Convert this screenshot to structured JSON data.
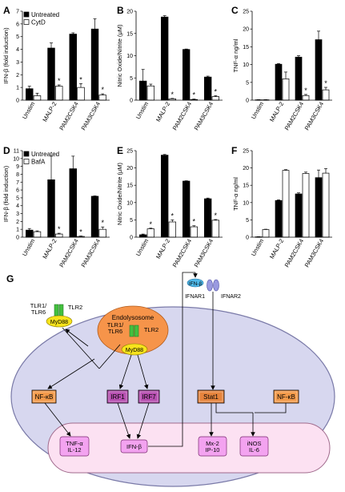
{
  "categories": [
    "Unstim",
    "MALP-2",
    "PAM2CSK4",
    "PAM3CSK4"
  ],
  "colors": {
    "filled": "#000000",
    "open": "#ffffff",
    "cell": "#d7d7ef",
    "cell_stroke": "#7a7aa8",
    "nucleus": "#fce1f2",
    "nucleus_stroke": "#a06a8c",
    "endolysosome": "#f6944a",
    "myd88": "#f7e31c",
    "nfkb": "#f39a4a",
    "stat1": "#e6843d",
    "irf": "#b64fb0",
    "product": "#f3a3f0",
    "tlr": "#43c03e",
    "ifnar": "#9a9ae0",
    "ifnb_ligand": "#4fb8e8"
  },
  "chart_data": [
    {
      "panel": "A",
      "type": "bar",
      "ylabel": "IFN-β (fold induction)",
      "ylim": [
        0,
        7
      ],
      "yticks": [
        0,
        1,
        2,
        3,
        4,
        5,
        6,
        7
      ],
      "legend": [
        "Untreated",
        "CytD"
      ],
      "series": [
        {
          "name": "Untreated",
          "values": [
            0.9,
            4.1,
            5.2,
            5.6
          ],
          "errors": [
            0.2,
            0.4,
            0.1,
            0.8
          ]
        },
        {
          "name": "CytD",
          "values": [
            0.35,
            1.1,
            1.0,
            0.4
          ],
          "errors": [
            0.2,
            0.1,
            0.3,
            0.1
          ]
        }
      ],
      "marks": [
        "",
        "*",
        "*",
        "*"
      ]
    },
    {
      "panel": "B",
      "type": "bar",
      "ylabel": "Nitric Oxide/Nitrite (μM)",
      "ylim": [
        0,
        20
      ],
      "yticks": [
        0,
        5,
        10,
        15,
        20
      ],
      "series": [
        {
          "name": "Untreated",
          "values": [
            4.3,
            18.7,
            11.4,
            5.2
          ],
          "errors": [
            2.6,
            0.3,
            0.1,
            0.2
          ]
        },
        {
          "name": "CytD",
          "values": [
            3.2,
            0.3,
            0.15,
            0.8
          ],
          "errors": [
            0.4,
            0.1,
            0.1,
            0.2
          ]
        }
      ],
      "marks": [
        "",
        "*",
        "*",
        "*"
      ]
    },
    {
      "panel": "C",
      "type": "bar",
      "ylabel": "TNF-α ng/ml",
      "ylim": [
        0,
        25
      ],
      "yticks": [
        0,
        5,
        10,
        15,
        20,
        25
      ],
      "series": [
        {
          "name": "Untreated",
          "values": [
            0.1,
            10.1,
            12.1,
            17.0
          ],
          "errors": [
            0.05,
            0.2,
            0.4,
            2.4
          ]
        },
        {
          "name": "CytD",
          "values": [
            0.1,
            6.0,
            1.3,
            2.9
          ],
          "errors": [
            0.05,
            1.9,
            0.3,
            0.7
          ]
        }
      ],
      "marks": [
        "",
        "",
        "*",
        "*"
      ]
    },
    {
      "panel": "D",
      "type": "bar",
      "ylabel": "IFN-β (fold induction)",
      "ylim": [
        0,
        11
      ],
      "yticks": [
        0,
        1,
        2,
        3,
        4,
        5,
        6,
        7,
        8,
        9,
        10,
        11
      ],
      "legend": [
        "Untreated",
        "BafA"
      ],
      "series": [
        {
          "name": "Untreated",
          "values": [
            0.9,
            7.3,
            8.7,
            5.2
          ],
          "errors": [
            0.2,
            3.0,
            1.6,
            0.05
          ]
        },
        {
          "name": "BafA",
          "values": [
            0.7,
            0.4,
            0.1,
            1.0
          ],
          "errors": [
            0.1,
            0.1,
            0.05,
            0.3
          ]
        }
      ],
      "marks": [
        "",
        "*",
        "*",
        "*"
      ]
    },
    {
      "panel": "E",
      "type": "bar",
      "ylabel": "Nitric Oxide/Nitrite (μM)",
      "ylim": [
        0,
        25
      ],
      "yticks": [
        0,
        5,
        10,
        15,
        20,
        25
      ],
      "series": [
        {
          "name": "Untreated",
          "values": [
            0.7,
            23.7,
            16.2,
            11.1
          ],
          "errors": [
            0.2,
            0.2,
            0.1,
            0.2
          ]
        },
        {
          "name": "BafA",
          "values": [
            2.4,
            4.4,
            3.0,
            4.9
          ],
          "errors": [
            0.2,
            0.6,
            0.3,
            0.2
          ]
        }
      ],
      "marks": [
        "*",
        "*",
        "*",
        "*"
      ]
    },
    {
      "panel": "F",
      "type": "bar",
      "ylabel": "TNF-α ng/ml",
      "ylim": [
        0,
        25
      ],
      "yticks": [
        0,
        5,
        10,
        15,
        20,
        25
      ],
      "series": [
        {
          "name": "Untreated",
          "values": [
            0.1,
            10.6,
            12.5,
            17.2
          ],
          "errors": [
            0.05,
            0.2,
            0.3,
            2.2
          ]
        },
        {
          "name": "BafA",
          "values": [
            2.2,
            19.3,
            18.4,
            18.5
          ],
          "errors": [
            0.1,
            0.2,
            0.4,
            1.3
          ]
        }
      ],
      "marks": [
        "",
        "",
        "",
        ""
      ]
    }
  ],
  "diagram": {
    "panel": "G",
    "labels": {
      "tlr_surface_left": "TLR1/\nTLR6",
      "tlr_surface_right": "TLR2",
      "myd88_surface": "MyD88",
      "endolysosome": "Endolysosome",
      "tlr_endo_left": "TLR1/\nTLR6",
      "tlr_endo_right": "TLR2",
      "myd88_endo": "MyD88",
      "ifnb_ligand": "IFN-β",
      "ifnar1": "IFNAR1",
      "ifnar2": "IFNAR2",
      "nfkb_left": "NF-κB",
      "irf1": "IRF1",
      "irf7": "IRF7",
      "stat1": "Stat1",
      "nfkb_right": "NF-κB",
      "prod_tnf": "TNF-α\nIL-12",
      "prod_ifnb": "IFN-β",
      "prod_mx2": "Mx-2\nIP-10",
      "prod_inos": "iNOS\nIL-6"
    }
  }
}
